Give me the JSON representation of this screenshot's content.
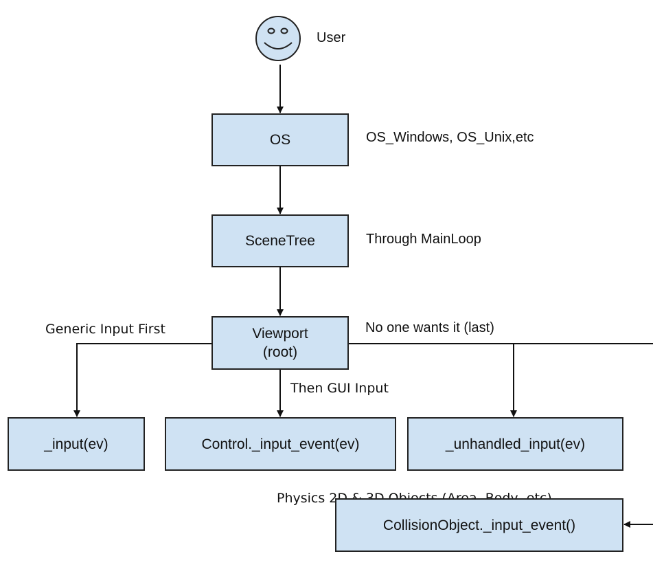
{
  "user": {
    "label": "User"
  },
  "nodes": {
    "os": {
      "label": "OS",
      "note": "OS_Windows, OS_Unix,etc"
    },
    "scenetree": {
      "label": "SceneTree",
      "note": "Through MainLoop"
    },
    "viewport": {
      "line1": "Viewport",
      "line2": "(root)"
    },
    "input": {
      "label": "_input(ev)"
    },
    "control": {
      "label": "Control._input_event(ev)"
    },
    "unhandled": {
      "label": "_unhandled_input(ev)"
    },
    "collision": {
      "label": "CollisionObject._input_event()"
    }
  },
  "edge_labels": {
    "generic_first": "Generic Input First",
    "no_one_wants": "No one wants it (last)",
    "then_gui": "Then GUI Input",
    "physics": "Physics 2D & 3D Objects (Area, Body, etc)"
  }
}
